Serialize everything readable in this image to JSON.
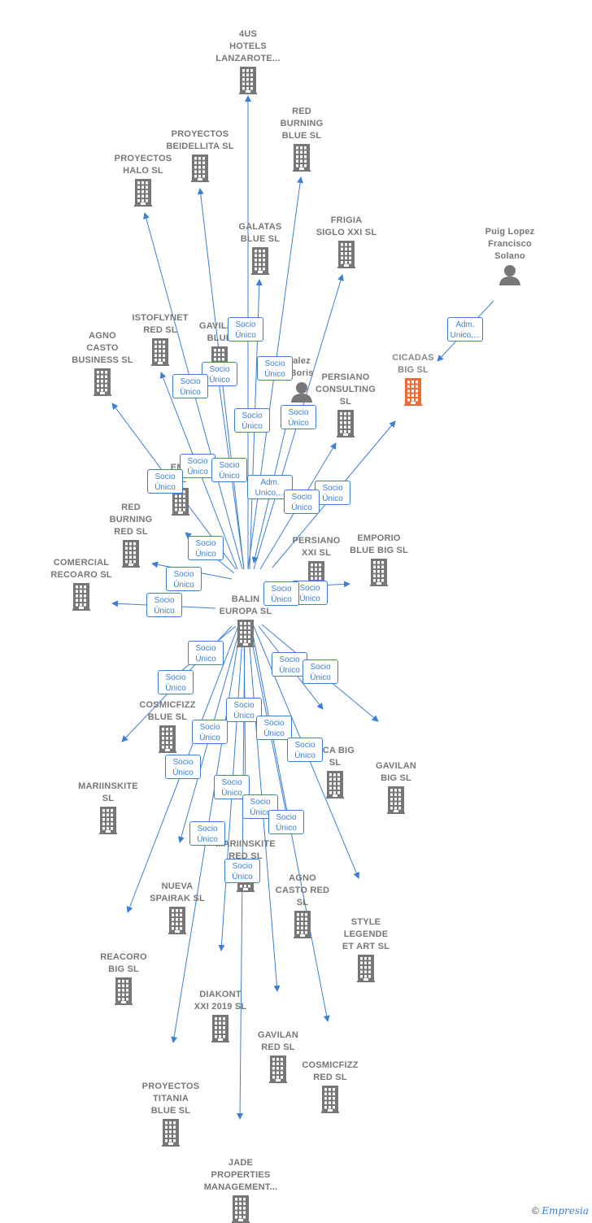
{
  "colors": {
    "edge": "#3b7fd6",
    "icon": "#777777",
    "highlight": "#f06a35",
    "text": "#777777"
  },
  "center_node": "balin",
  "nodes": [
    {
      "id": "balin",
      "label": "BALIN\nEUROPA  SL",
      "icon": "building-icon"
    },
    {
      "id": "4us",
      "label": "4US\nHOTELS\nLANZAROTE...",
      "icon": "building-icon"
    },
    {
      "id": "rbb",
      "label": "RED\nBURNING\nBLUE  SL",
      "icon": "building-icon"
    },
    {
      "id": "beidellita",
      "label": "PROYECTOS\nBEIDELLITA  SL",
      "icon": "building-icon"
    },
    {
      "id": "halo",
      "label": "PROYECTOS\nHALO  SL",
      "icon": "building-icon"
    },
    {
      "id": "galatas",
      "label": "GALATAS\nBLUE  SL",
      "icon": "building-icon"
    },
    {
      "id": "frigia",
      "label": "FRIGIA\nSIGLO XXI  SL",
      "icon": "building-icon"
    },
    {
      "id": "puig",
      "label": "Puig Lopez\nFrancisco\nSolano",
      "icon": "person-icon"
    },
    {
      "id": "istoflynet",
      "label": "ISTOFLYNET\nRED  SL",
      "icon": "building-icon"
    },
    {
      "id": "agnocb",
      "label": "AGNO\nCASTO\nBUSINESS  SL",
      "icon": "building-icon"
    },
    {
      "id": "gavilanblue",
      "label": "GAVILAN\nBLUE",
      "icon": "building-icon"
    },
    {
      "id": "gonzalez",
      "label": "alez\nBoris",
      "icon": "person-icon"
    },
    {
      "id": "cicadas",
      "label": "CICADAS\nBIG  SL",
      "icon": "building-icon",
      "highlight": true
    },
    {
      "id": "persianoc",
      "label": "PERSIANO\nCONSULTING\nSL",
      "icon": "building-icon"
    },
    {
      "id": "emp",
      "label": "EMP\nSL",
      "icon": "building-icon"
    },
    {
      "id": "rbr",
      "label": "RED\nBURNING\nRED  SL",
      "icon": "building-icon"
    },
    {
      "id": "persianoxxi",
      "label": "PERSIANO\nXXI  SL",
      "icon": "building-icon"
    },
    {
      "id": "emporio",
      "label": "EMPORIO\nBLUE BIG  SL",
      "icon": "building-icon"
    },
    {
      "id": "comercial",
      "label": "COMERCIAL\nRECOARO  SL",
      "icon": "building-icon"
    },
    {
      "id": "cosmicblue",
      "label": "COSMICFIZZ\nBLUE  SL",
      "icon": "building-icon"
    },
    {
      "id": "mariinskite",
      "label": "MARIINSKITE\nSL",
      "icon": "building-icon"
    },
    {
      "id": "ocabig",
      "label": "OCA BIG\nSL",
      "icon": "building-icon"
    },
    {
      "id": "gavilanbig",
      "label": "GAVILAN\nBIG  SL",
      "icon": "building-icon"
    },
    {
      "id": "mariinskitered",
      "label": "MARIINSKITE\nRED  SL",
      "icon": "building-icon"
    },
    {
      "id": "agnored",
      "label": "AGNO\nCASTO RED\nSL",
      "icon": "building-icon"
    },
    {
      "id": "nueva",
      "label": "NUEVA\nSPAIRAK  SL",
      "icon": "building-icon"
    },
    {
      "id": "style",
      "label": "STYLE\nLEGENDE\nET ART  SL",
      "icon": "building-icon"
    },
    {
      "id": "reacoro",
      "label": "REACORO\nBIG  SL",
      "icon": "building-icon"
    },
    {
      "id": "diakont",
      "label": "DIAKONT\nXXI 2019  SL",
      "icon": "building-icon"
    },
    {
      "id": "gavilanred",
      "label": "GAVILAN\nRED  SL",
      "icon": "building-icon"
    },
    {
      "id": "cosmicred",
      "label": "COSMICFIZZ\nRED  SL",
      "icon": "building-icon"
    },
    {
      "id": "titania",
      "label": "PROYECTOS\nTITANIA\nBLUE  SL",
      "icon": "building-icon"
    },
    {
      "id": "jade",
      "label": "JADE\nPROPERTIES\nMANAGEMENT...",
      "icon": "building-icon"
    }
  ],
  "edges": [
    {
      "from": "balin",
      "to": "4us",
      "label": "Socio\nÚnico"
    },
    {
      "from": "balin",
      "to": "rbb",
      "label": "Socio\nÚnico"
    },
    {
      "from": "balin",
      "to": "beidellita",
      "label": "Socio\nÚnico"
    },
    {
      "from": "balin",
      "to": "halo",
      "label": "Socio\nÚnico"
    },
    {
      "from": "balin",
      "to": "galatas",
      "label": "Socio\nÚnico"
    },
    {
      "from": "balin",
      "to": "frigia",
      "label": "Socio\nÚnico"
    },
    {
      "from": "puig",
      "to": "cicadas",
      "label": "Adm.\nUnico,..."
    },
    {
      "from": "balin",
      "to": "istoflynet",
      "label": "Socio\nÚnico"
    },
    {
      "from": "balin",
      "to": "agnocb",
      "label": "Socio\nÚnico"
    },
    {
      "from": "balin",
      "to": "gavilanblue",
      "label": "Socio\nÚnico"
    },
    {
      "from": "gonzalez",
      "to": "balin",
      "label": "Adm.\nUnico,..."
    },
    {
      "from": "balin",
      "to": "cicadas",
      "label": "Socio\nÚnico"
    },
    {
      "from": "balin",
      "to": "persianoc",
      "label": "Socio\nÚnico"
    },
    {
      "from": "balin",
      "to": "emp",
      "label": "Socio\nÚnico"
    },
    {
      "from": "balin",
      "to": "rbr",
      "label": "Socio\nÚnico"
    },
    {
      "from": "balin",
      "to": "persianoxxi",
      "label": "Socio\nÚnico"
    },
    {
      "from": "balin",
      "to": "emporio",
      "label": "Socio\nÚnico"
    },
    {
      "from": "balin",
      "to": "comercial",
      "label": "Socio\nÚnico"
    },
    {
      "from": "balin",
      "to": "cosmicblue",
      "label": "Socio\nÚnico"
    },
    {
      "from": "balin",
      "to": "mariinskite",
      "label": "Socio\nÚnico"
    },
    {
      "from": "balin",
      "to": "ocabig",
      "label": "Socio\nÚnico"
    },
    {
      "from": "balin",
      "to": "gavilanbig",
      "label": "Socio\nÚnico"
    },
    {
      "from": "balin",
      "to": "mariinskitered",
      "label": "Socio\nÚnico"
    },
    {
      "from": "balin",
      "to": "agnored",
      "label": "Socio\nÚnico"
    },
    {
      "from": "balin",
      "to": "nueva",
      "label": "Socio\nÚnico"
    },
    {
      "from": "balin",
      "to": "style",
      "label": "Socio\nÚnico"
    },
    {
      "from": "balin",
      "to": "reacoro",
      "label": "Socio\nÚnico"
    },
    {
      "from": "balin",
      "to": "diakont",
      "label": "Socio\nÚnico"
    },
    {
      "from": "balin",
      "to": "gavilanred",
      "label": "Socio\nÚnico"
    },
    {
      "from": "balin",
      "to": "cosmicred",
      "label": "Socio\nÚnico"
    },
    {
      "from": "balin",
      "to": "titania",
      "label": "Socio\nÚnico"
    },
    {
      "from": "balin",
      "to": "jade",
      "label": "Socio\nÚnico"
    }
  ],
  "footer": {
    "copyright": "©",
    "brand": "Empresia"
  }
}
